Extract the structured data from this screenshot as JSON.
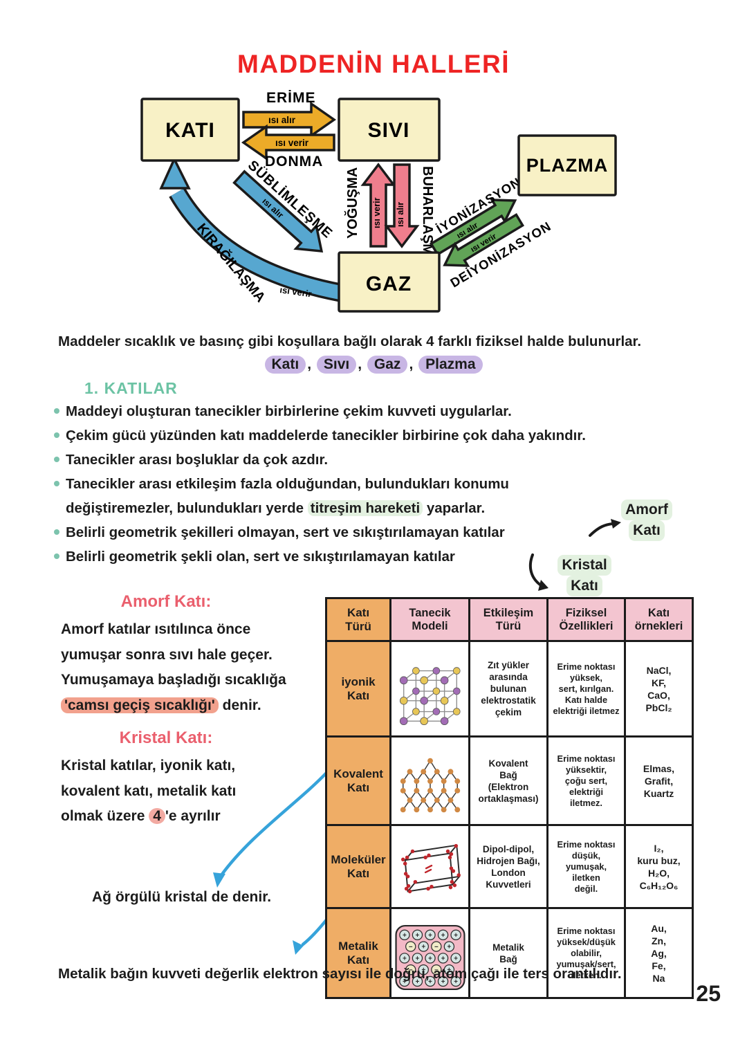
{
  "page": {
    "number": "25"
  },
  "title": "MADDENİN HALLERİ",
  "diagram": {
    "states": {
      "kati": "KATI",
      "sivi": "SIVI",
      "gaz": "GAZ",
      "plazma": "PLAZMA"
    },
    "transitions": {
      "erime": {
        "label": "ERİME",
        "heat": "ısı alır"
      },
      "donma": {
        "label": "DONMA",
        "heat": "ısı verir"
      },
      "sublimlesme": {
        "label": "SÜBLİMLEŞME",
        "heat": "ısı alır"
      },
      "kiragilasma": {
        "label": "KIRAĞILAŞMA",
        "heat": "ısı verir"
      },
      "yogusma": {
        "label": "YOĞUŞMA",
        "heat": "ısı verir"
      },
      "buharlasma": {
        "label": "BUHARLAŞMA",
        "heat": "ısı alır"
      },
      "iyonizasyon": {
        "label": "İYONİZASYON",
        "heat": "ısı alır"
      },
      "deiyonizasyon": {
        "label": "DEİYONİZASYON",
        "heat": "ısı verir"
      }
    },
    "colors": {
      "box": "#f8f1c6",
      "solid_liquid": "#ecab28",
      "solid_gas": "#57a7d0",
      "liquid_gas": "#ef7e8d",
      "gas_plasma": "#61a457"
    }
  },
  "intro": "Maddeler sıcaklık ve basınç gibi koşullara bağlı olarak 4 farklı fiziksel halde bulunurlar.",
  "states_line": {
    "items": [
      "Katı",
      "Sıvı",
      "Gaz",
      "Plazma"
    ],
    "comma": ","
  },
  "section1": {
    "heading": "1. KATILAR"
  },
  "bullets": {
    "b1": "Maddeyi oluşturan tanecikler birbirlerine çekim kuvveti uygularlar.",
    "b2": "Çekim gücü yüzünden katı maddelerde tanecikler birbirine çok daha yakındır.",
    "b3": "Tanecikler arası boşluklar da çok azdır.",
    "b4_line1": "Tanecikler arası etkileşim fazla olduğundan, bulundukları konumu",
    "b4_line2_pre": "değiştiremezler, bulundukları yerde ",
    "b4_line2_hl": "titreşim hareketi",
    "b4_line2_post": " yaparlar.",
    "b5": "Belirli geometrik şekilleri olmayan, sert ve sıkıştırılamayan katılar",
    "b6": "Belirli geometrik şekli olan, sert ve sıkıştırılamayan katılar"
  },
  "amorf_pointer": {
    "line1": "Amorf",
    "line2": "Katı"
  },
  "kristal_pointer": {
    "line1": "Kristal",
    "line2": "Katı"
  },
  "amorf": {
    "heading": "Amorf Katı:",
    "line1": "Amorf katılar ısıtılınca önce",
    "line2": "yumuşar sonra sıvı hale geçer.",
    "line3": "Yumuşamaya başladığı sıcaklığa",
    "line4_hl": "'camsı geçiş sıcaklığı'",
    "line4_post": " denir."
  },
  "kristal": {
    "heading": "Kristal Katı:",
    "line1": "Kristal katılar, iyonik katı,",
    "line2": "kovalent katı, metalik katı",
    "line3_pre": "olmak üzere ",
    "line3_hl": "4",
    "line3_post": "'e ayrılır"
  },
  "note_ag": "Ağ örgülü kristal de denir.",
  "table": {
    "headers": [
      "Katı\nTürü",
      "Tanecik\nModeli",
      "Etkileşim\nTürü",
      "Fiziksel\nÖzellikleri",
      "Katı\nörnekleri"
    ],
    "rows": [
      {
        "tur": "iyonik\nKatı",
        "model_icon": "ionic-lattice",
        "etkilesim": "Zıt yükler\narasında\nbulunan\nelektrostatik\nçekim",
        "fiziksel": "Erime noktası\nyüksek,\nsert, kırılgan.\nKatı halde\nelektriği iletmez",
        "ornekler": "NaCl,\nKF,\nCaO,\nPbCl₂"
      },
      {
        "tur": "Kovalent\nKatı",
        "model_icon": "covalent-network",
        "etkilesim": "Kovalent\nBağ\n(Elektron\nortaklaşması)",
        "fiziksel": "Erime noktası\nyüksektir,\nçoğu sert,\nelektriği\niletmez.",
        "ornekler": "Elmas,\nGrafit,\nKuartz"
      },
      {
        "tur": "Moleküler\nKatı",
        "model_icon": "molecular-box",
        "etkilesim": "Dipol-dipol,\nHidrojen Bağı,\nLondon\nKuvvetleri",
        "fiziksel": "Erime noktası\ndüşük,\nyumuşak,\niletken\ndeğil.",
        "ornekler": "I₂,\nkuru buz,\nH₂O,\nC₆H₁₂O₆"
      },
      {
        "tur": "Metalik\nKatı",
        "model_icon": "metallic-electron-sea",
        "etkilesim": "Metalik\nBağ",
        "fiziksel": "Erime noktası\nyüksek/düşük\nolabilir,\nyumuşak/sert,\niletken.",
        "ornekler": "Au,\nZn,\nAg,\nFe,\nNa"
      }
    ]
  },
  "bottom_note": "Metalik bağın kuvveti değerlik elektron sayısı ile doğru, atom çağı ile ters orantılıdır.",
  "highlight_colors": {
    "lavender": "#c8b6e4",
    "green": "#e3f1e0",
    "salmon": "#f2a18d",
    "pink_circle": "#f2aaa2",
    "heading_red": "#ea5f6d",
    "section_teal": "#6cc3a4",
    "title_red": "#ee2424"
  }
}
